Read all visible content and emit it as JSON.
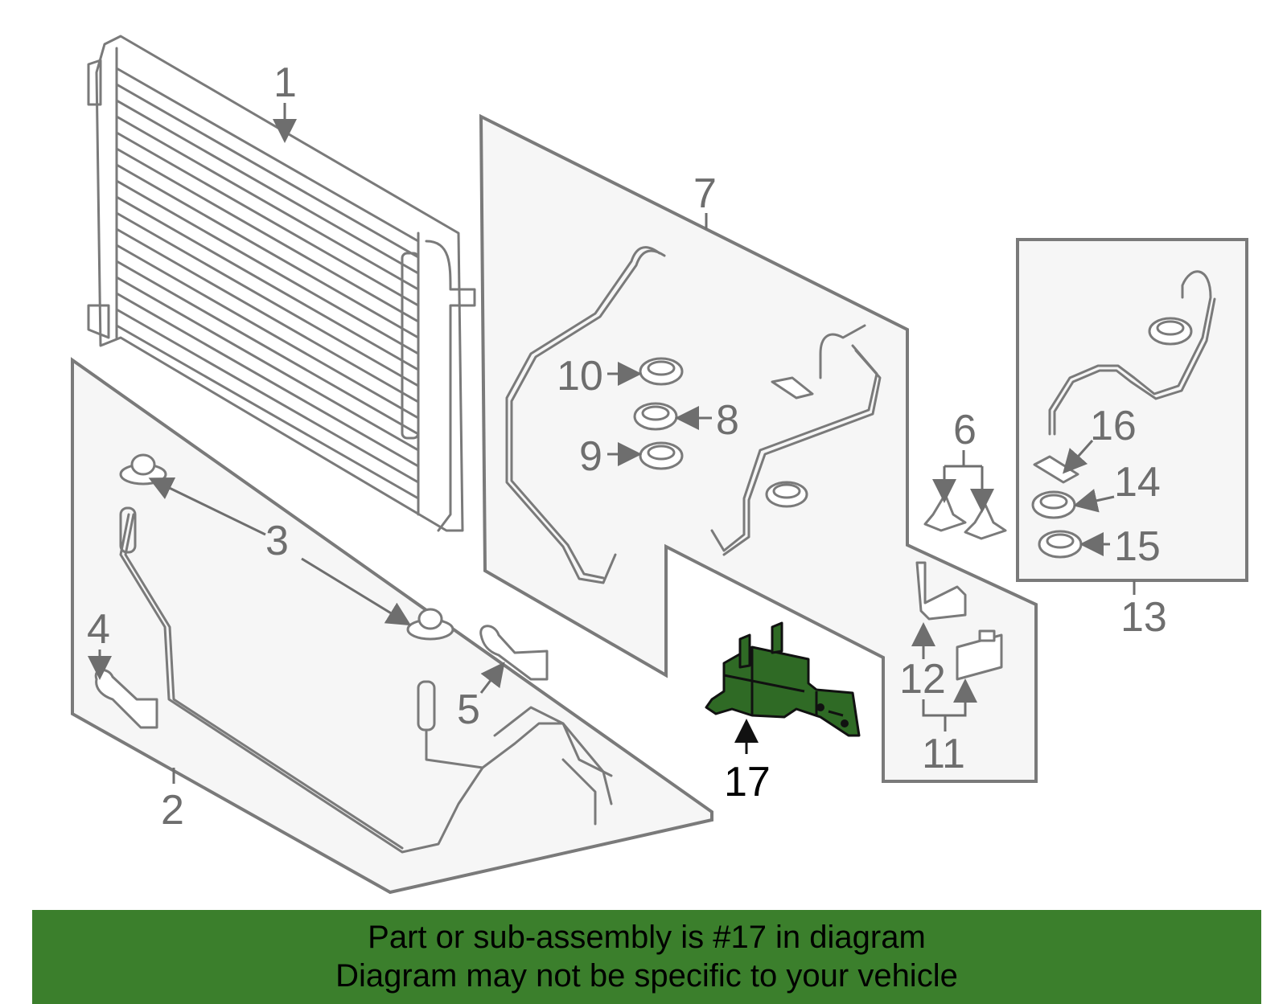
{
  "callouts": {
    "c1": "1",
    "c2": "2",
    "c3": "3",
    "c4": "4",
    "c5": "5",
    "c6": "6",
    "c7": "7",
    "c8": "8",
    "c9": "9",
    "c10": "10",
    "c11": "11",
    "c12": "12",
    "c13": "13",
    "c14": "14",
    "c15": "15",
    "c16": "16",
    "c17": "17"
  },
  "highlight_part": "17",
  "colors": {
    "highlight": "#2f6a25",
    "banner": "#3b7f2c",
    "linework": "#7a7a7a"
  },
  "banner": {
    "line1": "Part or sub-assembly is #17 in diagram",
    "line2": "Diagram may not be specific to your vehicle"
  }
}
